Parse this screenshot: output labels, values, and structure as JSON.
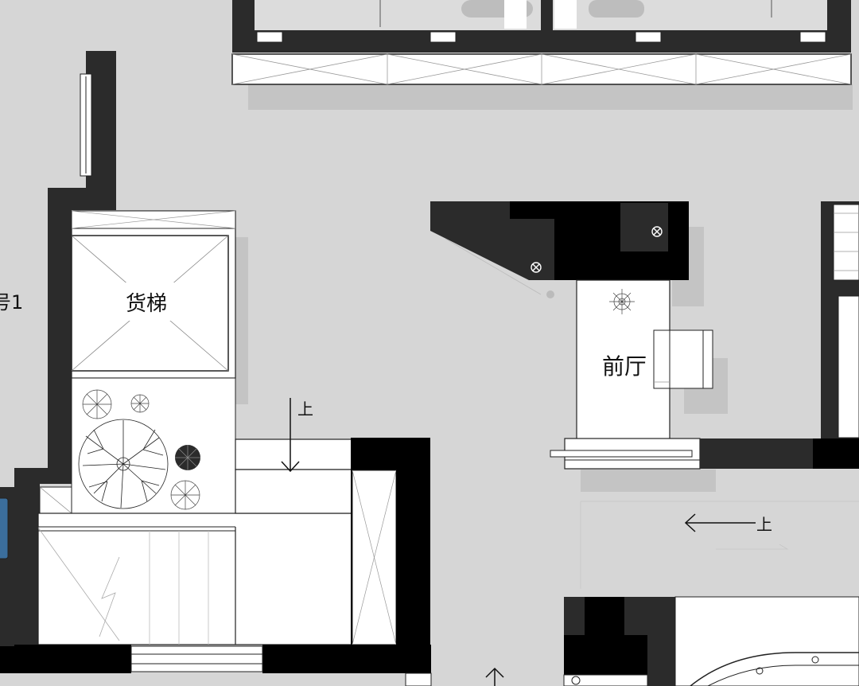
{
  "colors": {
    "background": "#d6d6d6",
    "wall": "#2b2b2b",
    "wall_dark": "#000000",
    "floor": "#ffffff",
    "line": "#111111",
    "shadow": "#c2c2c2",
    "device": "#3b6e9c"
  },
  "rooms": {
    "freight_elevator": "货梯",
    "front_hall": "前厅",
    "partial_room": "号1"
  },
  "stairs": {
    "up_label_vertical": "上",
    "up_label_horizontal": "上"
  },
  "icons": [
    "tree-icon",
    "shrub-icon",
    "ceiling-light-icon",
    "downlight-icon",
    "up-arrow-icon"
  ]
}
